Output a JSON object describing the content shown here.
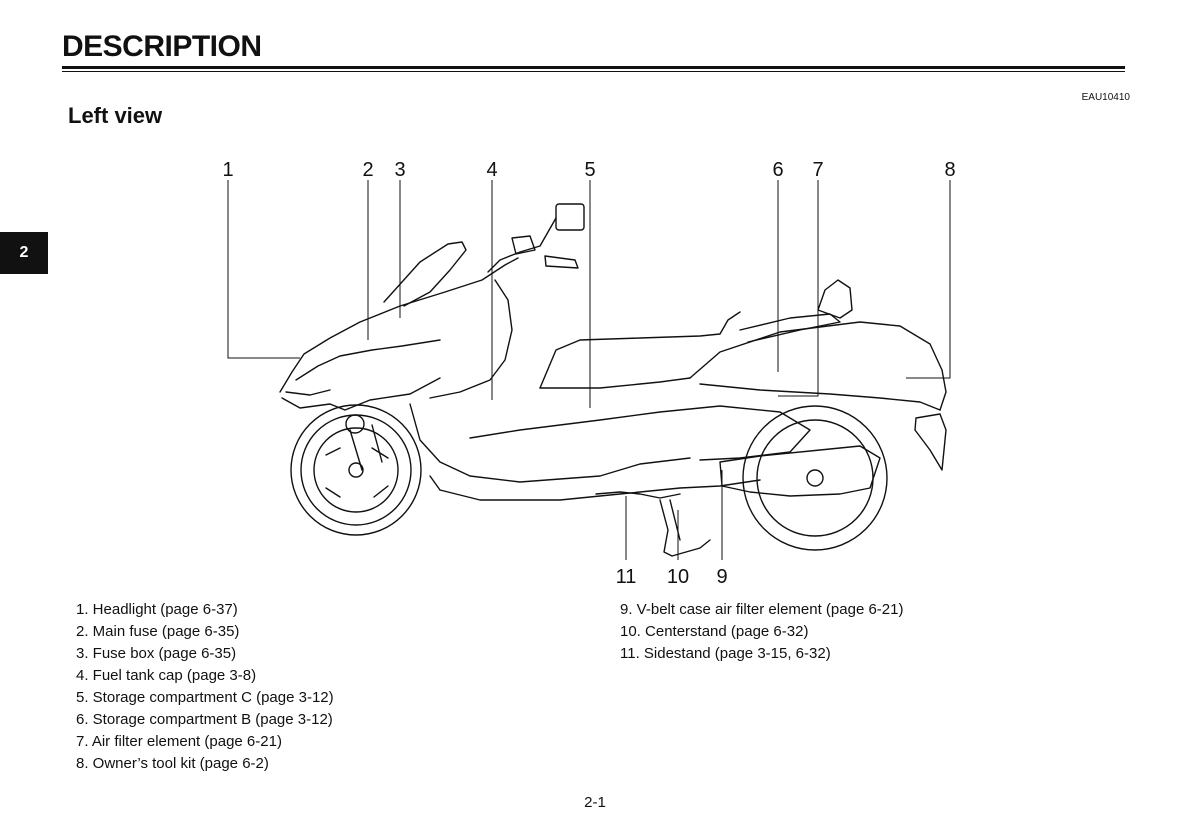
{
  "header": {
    "title": "DESCRIPTION",
    "code": "EAU10410",
    "subtitle": "Left view",
    "chapter_tab": "2"
  },
  "callouts": [
    "1",
    "2",
    "3",
    "4",
    "5",
    "6",
    "7",
    "8",
    "11",
    "10",
    "9"
  ],
  "legend_left": [
    "1. Headlight (page 6-37)",
    "2. Main fuse (page 6-35)",
    "3. Fuse box (page 6-35)",
    "4. Fuel tank cap (page 3-8)",
    "5. Storage compartment C (page 3-12)",
    "6. Storage compartment B (page 3-12)",
    "7. Air filter element (page 6-21)",
    "8. Owner’s tool kit (page 6-2)"
  ],
  "legend_right": [
    "9. V-belt case air filter element (page 6-21)",
    "10. Centerstand (page 6-32)",
    "11. Sidestand (page 3-15, 6-32)"
  ],
  "footer": {
    "page_number": "2-1"
  }
}
